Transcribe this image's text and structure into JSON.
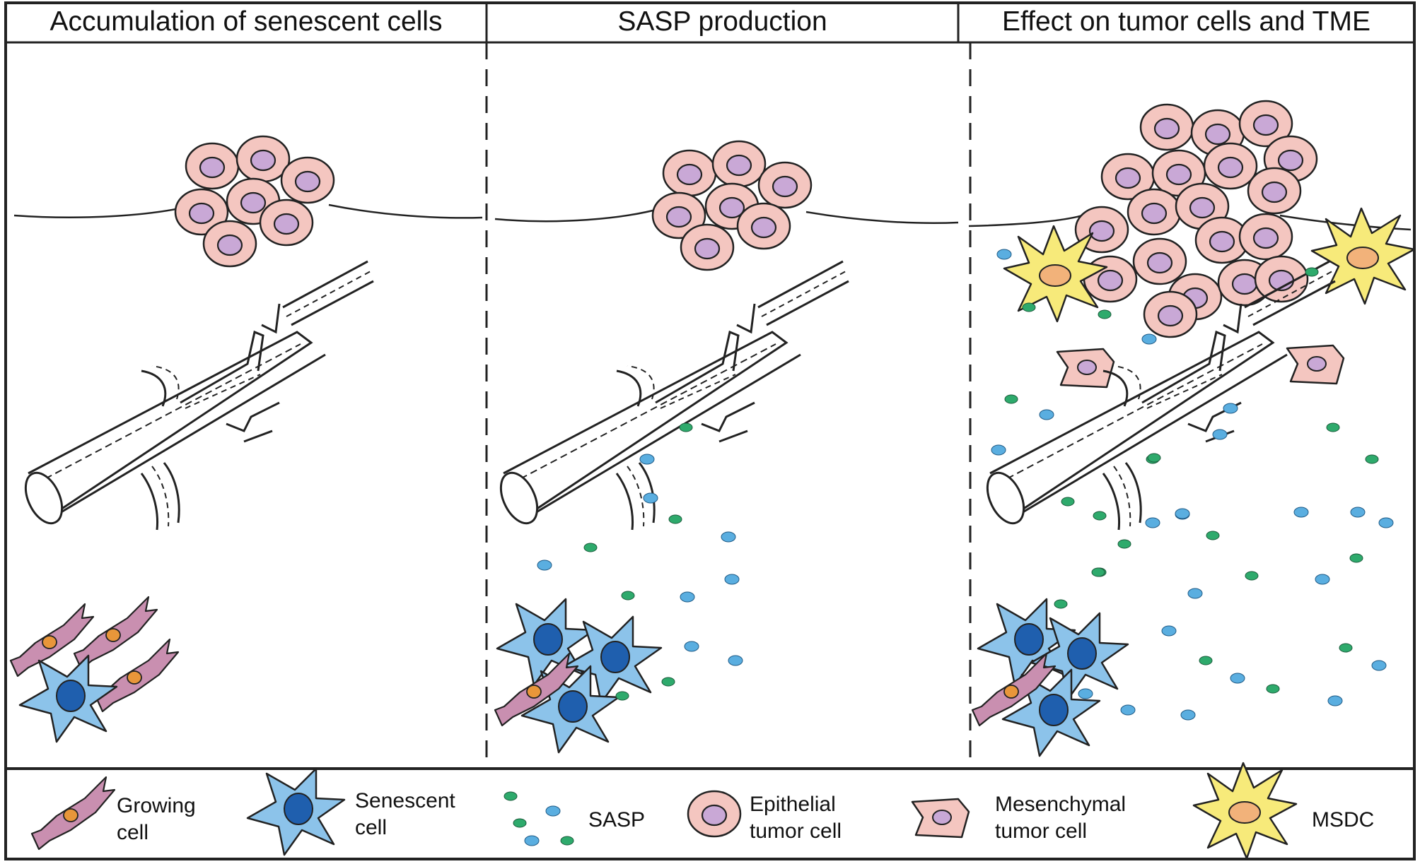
{
  "panels": [
    {
      "title": "Accumulation of senescent cells"
    },
    {
      "title": "SASP production"
    },
    {
      "title": "Effect on tumor cells and TME"
    }
  ],
  "legend": [
    {
      "icon": "growing-cell-icon",
      "line1": "Growing",
      "line2": "cell"
    },
    {
      "icon": "senescent-cell-icon",
      "line1": "Senescent",
      "line2": "cell"
    },
    {
      "icon": "sasp-icon",
      "line1": "SASP",
      "line2": ""
    },
    {
      "icon": "epithelial-tumor-cell-icon",
      "line1": "Epithelial",
      "line2": "tumor cell"
    },
    {
      "icon": "mesenchymal-tumor-cell-icon",
      "line1": "Mesenchymal",
      "line2": "tumor cell"
    },
    {
      "icon": "msdc-icon",
      "line1": "MSDC",
      "line2": ""
    }
  ],
  "colors": {
    "tumor_fill": "#f4c6c0",
    "nucleus_fill": "#c9a8d6",
    "senescent_fill": "#8cc3ea",
    "senescent_nucleus": "#1f5fae",
    "growing_fill": "#c98fb0",
    "growing_nucleus": "#e8963a",
    "sasp_green": "#2eaa6c",
    "sasp_blue": "#5aaee0",
    "msdc_fill": "#f7ea7a",
    "msdc_nucleus": "#f2b27a"
  }
}
